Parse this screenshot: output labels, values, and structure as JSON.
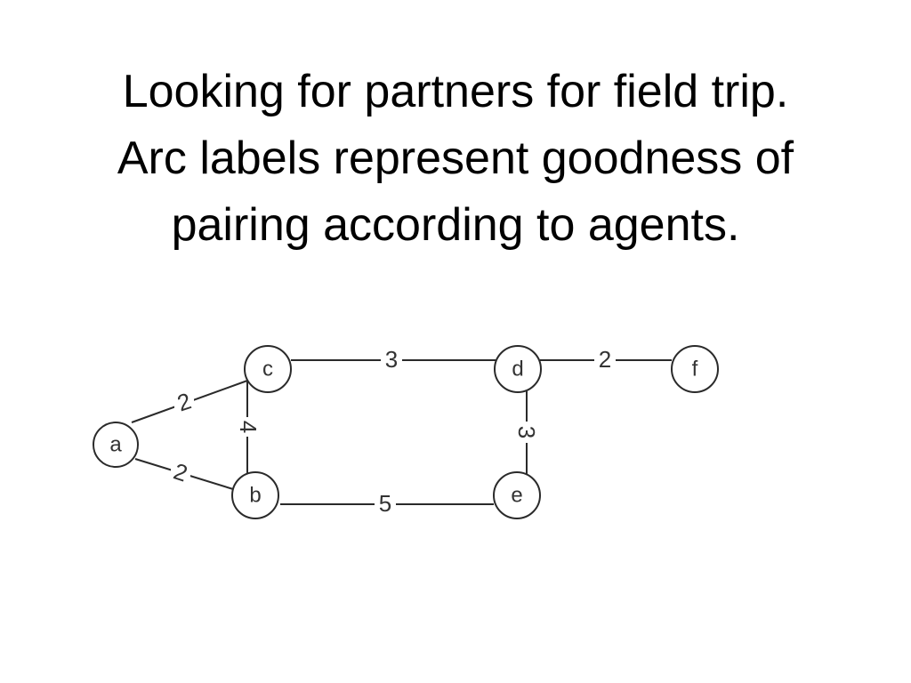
{
  "title": {
    "lines": [
      "Looking for partners for field trip.",
      "Arc labels represent goodness of",
      "pairing according to agents."
    ]
  },
  "graph": {
    "nodes": [
      {
        "id": "a",
        "label": "a"
      },
      {
        "id": "b",
        "label": "b"
      },
      {
        "id": "c",
        "label": "c"
      },
      {
        "id": "d",
        "label": "d"
      },
      {
        "id": "e",
        "label": "e"
      },
      {
        "id": "f",
        "label": "f"
      }
    ],
    "edges": [
      {
        "from": "a",
        "to": "c",
        "label": "2"
      },
      {
        "from": "a",
        "to": "b",
        "label": "2"
      },
      {
        "from": "c",
        "to": "b",
        "label": "4"
      },
      {
        "from": "c",
        "to": "d",
        "label": "3"
      },
      {
        "from": "d",
        "to": "f",
        "label": "2"
      },
      {
        "from": "d",
        "to": "e",
        "label": "3"
      },
      {
        "from": "b",
        "to": "e",
        "label": "5"
      }
    ]
  }
}
